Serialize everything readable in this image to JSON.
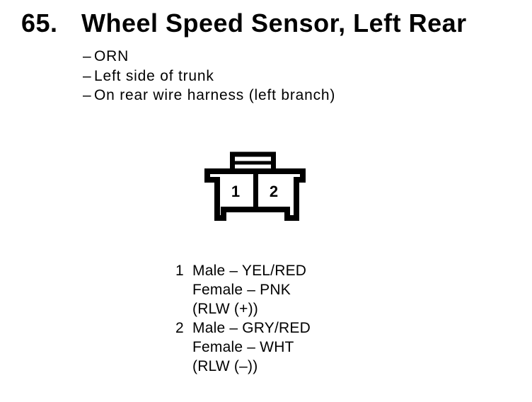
{
  "page": {
    "background_color": "#ffffff",
    "ink_color": "#000000"
  },
  "heading": {
    "number": "65.",
    "title": "Wheel Speed Sensor, Left Rear"
  },
  "notes": {
    "bullet": "–",
    "items": [
      "ORN",
      "Left side of trunk",
      "On rear wire harness (left branch)"
    ]
  },
  "connector": {
    "cavity_labels": [
      "1",
      "2"
    ]
  },
  "pins": [
    {
      "number": "1",
      "lines": [
        "Male – YEL/RED",
        "Female – PNK",
        "(RLW (+))"
      ]
    },
    {
      "number": "2",
      "lines": [
        "Male – GRY/RED",
        "Female – WHT",
        "(RLW (–))"
      ]
    }
  ]
}
